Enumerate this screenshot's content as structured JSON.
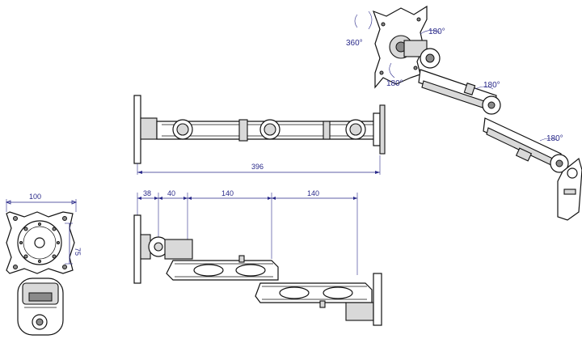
{
  "front_view": {
    "width_dim": "100",
    "hole_spacing_dim": "75"
  },
  "top_view": {
    "length_dim": "396"
  },
  "side_view": {
    "dims": [
      "38",
      "40",
      "140",
      "140"
    ]
  },
  "iso_view": {
    "angle_tilt": "360°",
    "angle_top": "180°",
    "angle_bottom": "180°",
    "angle_mid": "180°",
    "angle_low": "180°"
  },
  "colors": {
    "dimension": "#2a2a8a",
    "outline": "#111111",
    "metal_light": "#d9d9d9",
    "metal_dark": "#8a8a8a"
  }
}
